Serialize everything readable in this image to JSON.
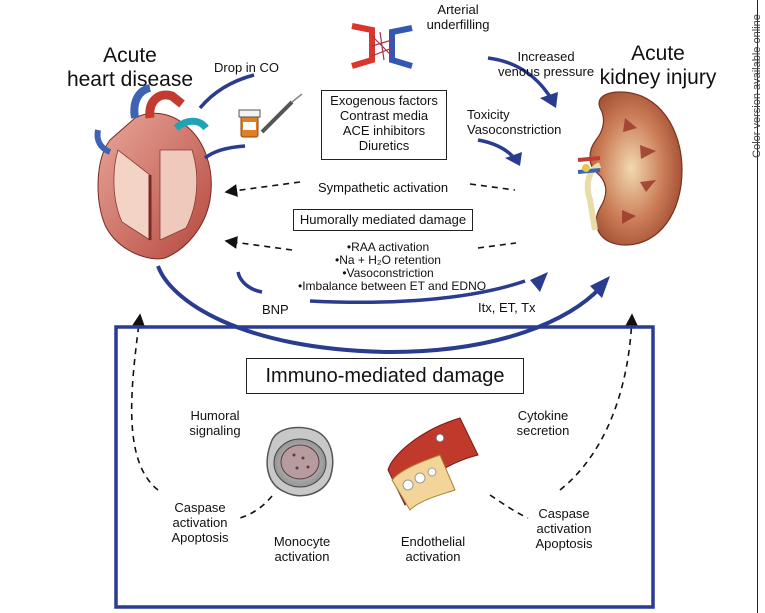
{
  "side_note": "Color version available online",
  "left_title": [
    "Acute",
    "heart disease"
  ],
  "right_title": [
    "Acute",
    "kidney injury"
  ],
  "top_labels": {
    "drop_co": "Drop in CO",
    "arterial": [
      "Arterial",
      "underfilling"
    ],
    "venous": [
      "Increased",
      "venous pressure"
    ],
    "toxicity": [
      "Toxicity",
      "Vasoconstriction"
    ]
  },
  "exogenous_box": [
    "Exogenous factors",
    "Contrast media",
    "ACE inhibitors",
    "Diuretics"
  ],
  "sympathetic": "Sympathetic activation",
  "humoral_box": "Humorally mediated damage",
  "humoral_bullets": [
    "•RAA activation",
    "•Na + H₂O retention",
    "•Vasoconstriction",
    "•Imbalance between ET and EDNO"
  ],
  "bnp": "BNP",
  "itx": "Itx, ET, Tx",
  "immuno_title": "Immuno-mediated damage",
  "humoral_signaling": [
    "Humoral",
    "signaling"
  ],
  "cytokine": [
    "Cytokine",
    "secretion"
  ],
  "caspase_left": [
    "Caspase",
    "activation",
    "Apoptosis"
  ],
  "caspase_right": [
    "Caspase",
    "activation",
    "Apoptosis"
  ],
  "monocyte": [
    "Monocyte",
    "activation"
  ],
  "endothelial": [
    "Endothelial",
    "activation"
  ],
  "colors": {
    "frame": "#2a3c8f",
    "arrow": "#2a3c8f"
  }
}
